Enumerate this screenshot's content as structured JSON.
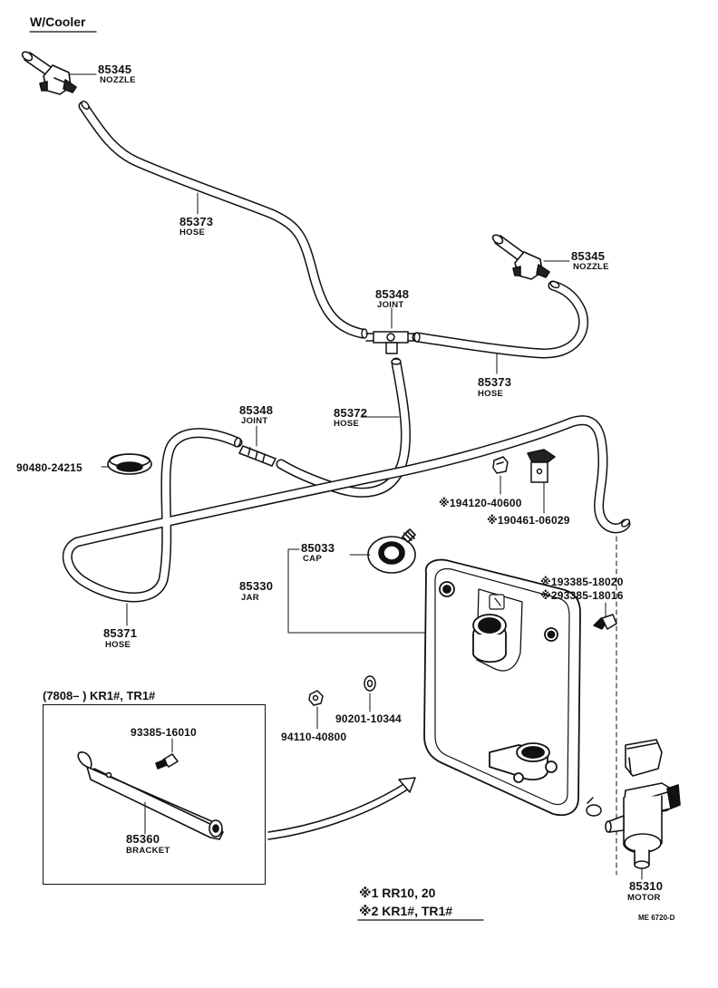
{
  "header": {
    "title": "W/Cooler"
  },
  "parts": {
    "nozzle_left": {
      "number": "85345",
      "name": "NOZZLE"
    },
    "nozzle_right": {
      "number": "85345",
      "name": "NOZZLE"
    },
    "hose_upper_left": {
      "number": "85373",
      "name": "HOSE"
    },
    "joint_upper": {
      "number": "85348",
      "name": "JOINT"
    },
    "hose_upper_right": {
      "number": "85373",
      "name": "HOSE"
    },
    "joint_lower": {
      "number": "85348",
      "name": "JOINT"
    },
    "hose_middle": {
      "number": "85372",
      "name": "HOSE"
    },
    "grommet": {
      "number": "90480-24215"
    },
    "nut_small": {
      "number": "※194120-40600"
    },
    "bracket_clip": {
      "number": "※190461-06029"
    },
    "cap": {
      "number": "85033",
      "name": "CAP"
    },
    "jar": {
      "number": "85330",
      "name": "JAR"
    },
    "screw_1": {
      "number": "※193385-18020"
    },
    "screw_2": {
      "number": "※293385-18016"
    },
    "hose_long": {
      "number": "85371",
      "name": "HOSE"
    },
    "nut_jar": {
      "number": "94110-40800"
    },
    "washer": {
      "number": "90201-10344"
    },
    "motor": {
      "number": "85310",
      "name": "MOTOR"
    }
  },
  "inset": {
    "range_label": "(7808–       ) KR1#, TR1#",
    "screw": {
      "number": "93385-16010"
    },
    "bracket": {
      "number": "85360",
      "name": "BRACKET"
    }
  },
  "notes": {
    "note1": "※1 RR10, 20",
    "note2": "※2 KR1#, TR1#"
  },
  "drawing_code": "ME 6720-D"
}
